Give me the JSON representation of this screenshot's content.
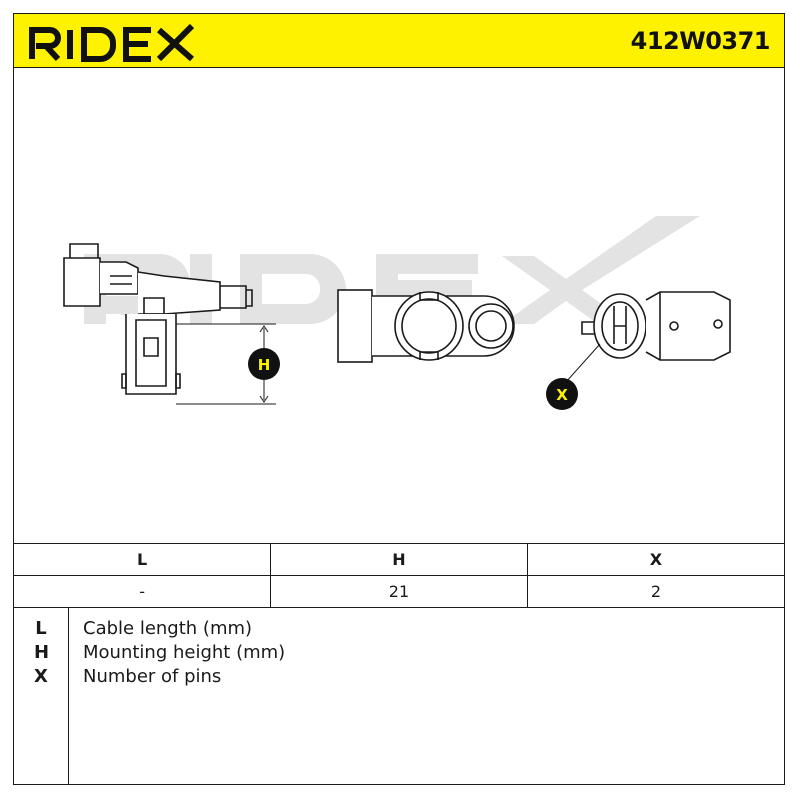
{
  "header": {
    "brand": "RIDEX",
    "part_number": "412W0371",
    "background_color": "#fff200"
  },
  "drawing": {
    "watermark": "RIDEX",
    "dimension_labels": {
      "height": "H",
      "pins": "X"
    }
  },
  "spec_table": {
    "columns": [
      "L",
      "H",
      "X"
    ],
    "values": [
      "-",
      "21",
      "2"
    ]
  },
  "legend": [
    {
      "key": "L",
      "description": "Cable length (mm)"
    },
    {
      "key": "H",
      "description": "Mounting height (mm)"
    },
    {
      "key": "X",
      "description": "Number of pins"
    }
  ]
}
